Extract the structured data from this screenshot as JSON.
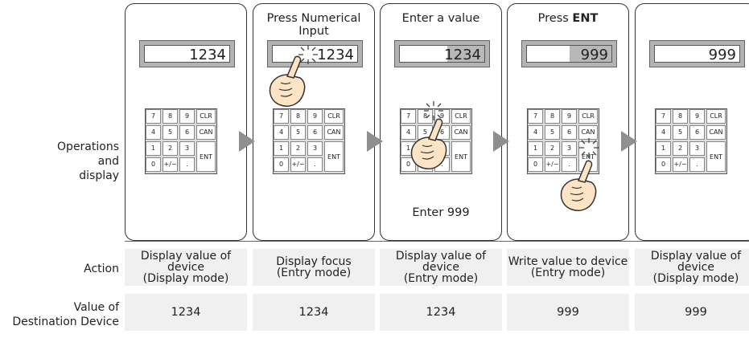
{
  "row_labels": {
    "operations": [
      "Operations and",
      "display"
    ],
    "action": "Action",
    "value": [
      "Value of",
      "Destination Device"
    ]
  },
  "steps": [
    {
      "title": "",
      "title_bold": "",
      "display_value": "1234",
      "highlight": false,
      "action": [
        "Display value of",
        "device",
        "(Display mode)"
      ],
      "device_value": "1234"
    },
    {
      "title": "Press Numerical Input",
      "title_bold": "",
      "display_value": "1234",
      "highlight": false,
      "action": [
        "Display focus",
        "(Entry mode)"
      ],
      "device_value": "1234"
    },
    {
      "title": "Enter a value",
      "title_bold": "",
      "display_value": "1234",
      "highlight": true,
      "action": [
        "Display value of",
        "device",
        "(Entry mode)"
      ],
      "device_value": "1234",
      "note": "Enter 999"
    },
    {
      "title": "Press ",
      "title_bold": "ENT",
      "display_value": "999",
      "highlight": true,
      "action": [
        "Write value to device",
        "(Entry mode)"
      ],
      "device_value": "999"
    },
    {
      "title": "",
      "title_bold": "",
      "display_value": "999",
      "highlight": false,
      "action": [
        "Display value of",
        "device",
        "(Display mode)"
      ],
      "device_value": "999"
    }
  ],
  "keypad_keys": [
    "7",
    "8",
    "9",
    "CLR",
    "4",
    "5",
    "6",
    "CAN",
    "1",
    "2",
    "3",
    "ENT",
    "0",
    "+/−",
    "."
  ],
  "colors": {
    "arrow": "#8f8f8f",
    "cell_bg": "#f0f0f0",
    "hand_fill": "#fde4c4",
    "display_frame": "#b3b3b3"
  }
}
